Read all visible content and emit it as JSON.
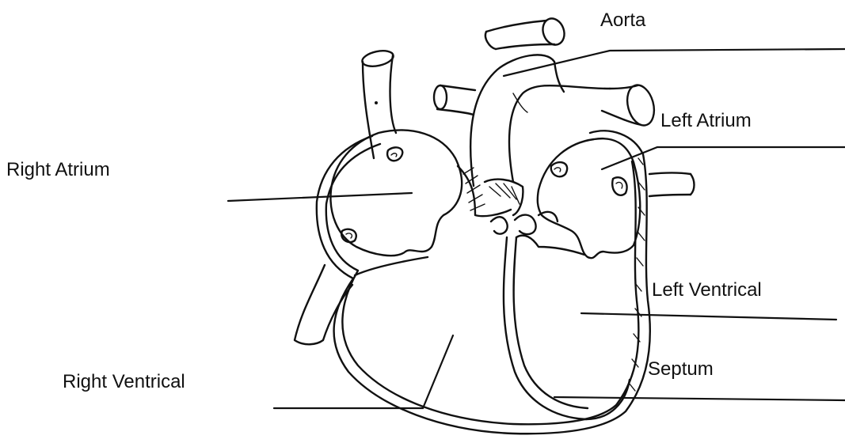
{
  "diagram": {
    "labels": {
      "aorta": "Aorta",
      "left_atrium": "Left Atrium",
      "right_atrium": "Right Atrium",
      "left_ventrical": "Left Ventrical",
      "right_ventrical": "Right Ventrical",
      "septum": "Septum"
    }
  }
}
